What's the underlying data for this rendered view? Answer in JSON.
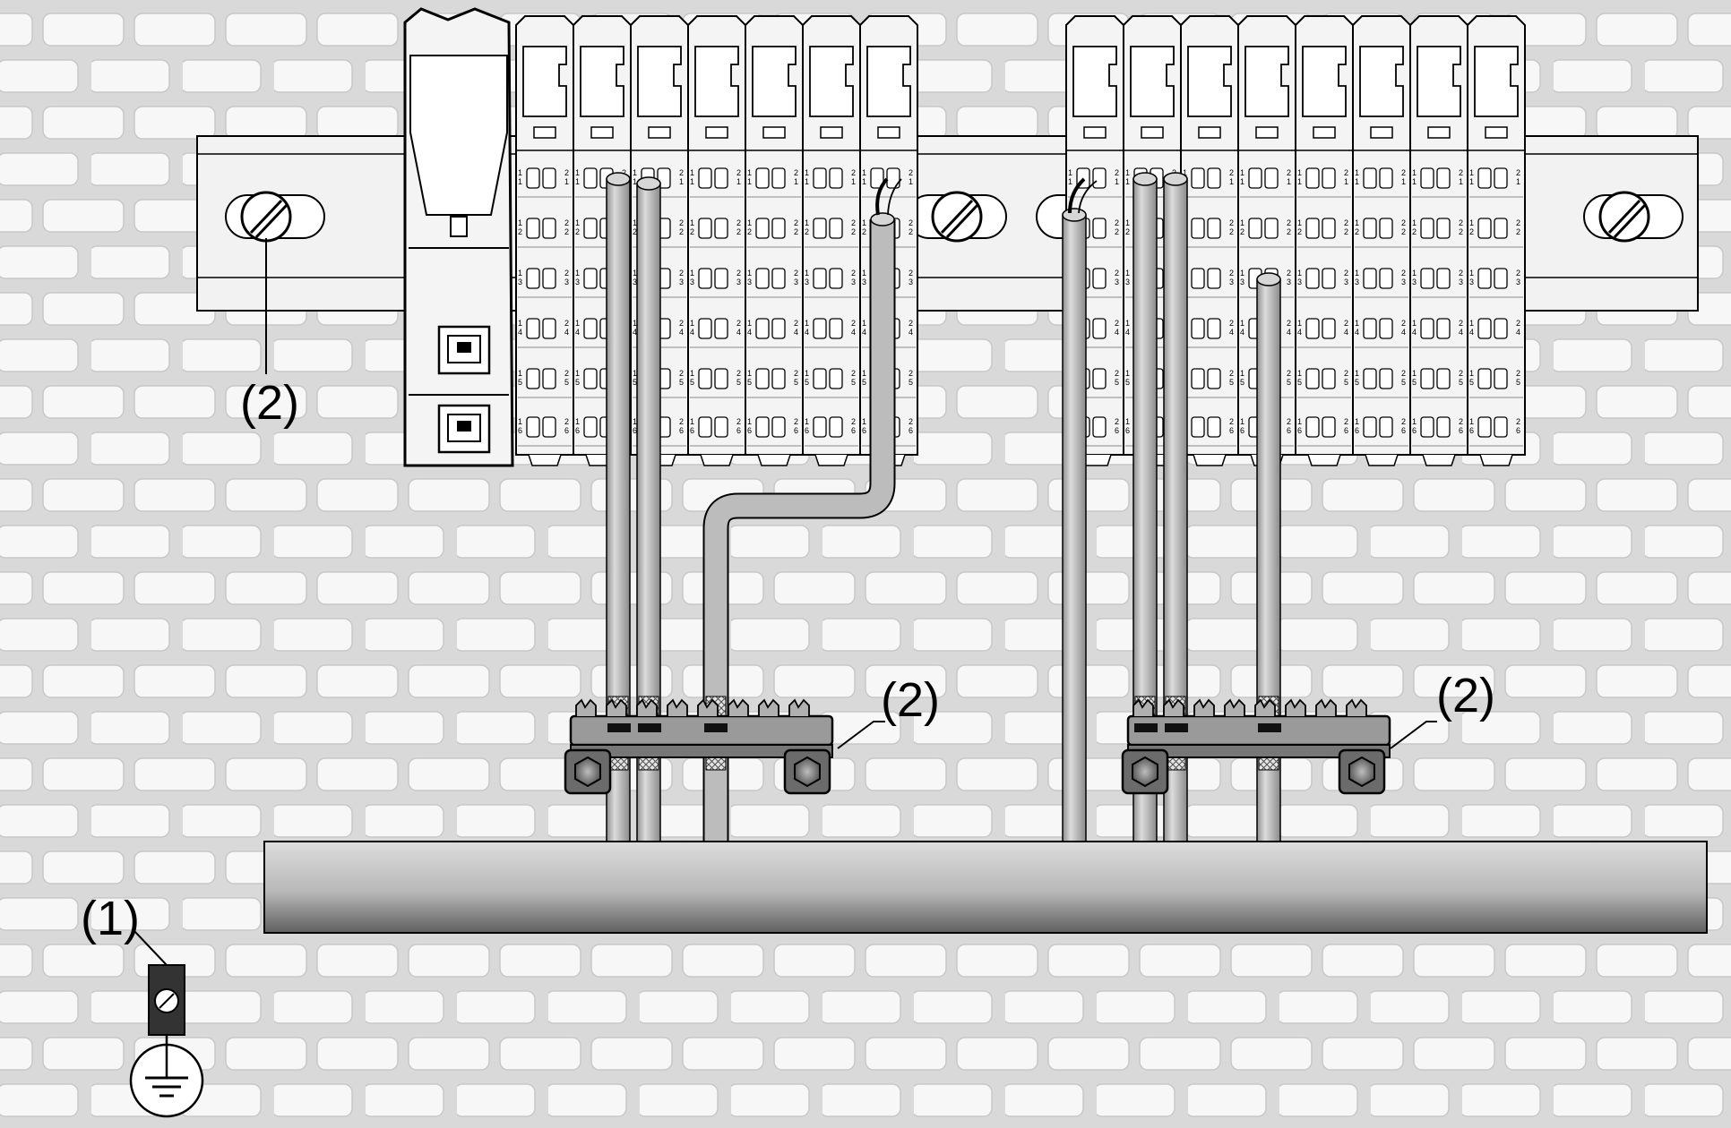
{
  "callouts": {
    "ground_terminal": "(1)",
    "rail_screw": "(2)",
    "shield_clamp_left": "(2)",
    "shield_clamp_right": "(2)"
  },
  "terminal_numbers": [
    "1",
    "2",
    "3",
    "4",
    "5",
    "6"
  ],
  "colors": {
    "panel_background": "#d9d9d9",
    "slot": "#f7f7f7",
    "module_fill": "#f4f4f4",
    "cable": "#b9b9b9",
    "outline": "#000000"
  },
  "icons": {
    "rail_screw": "slotted-screw-icon",
    "ground": "ground-symbol-icon",
    "clamp_nut": "hex-nut-icon",
    "connector": "rj45-port-icon"
  }
}
